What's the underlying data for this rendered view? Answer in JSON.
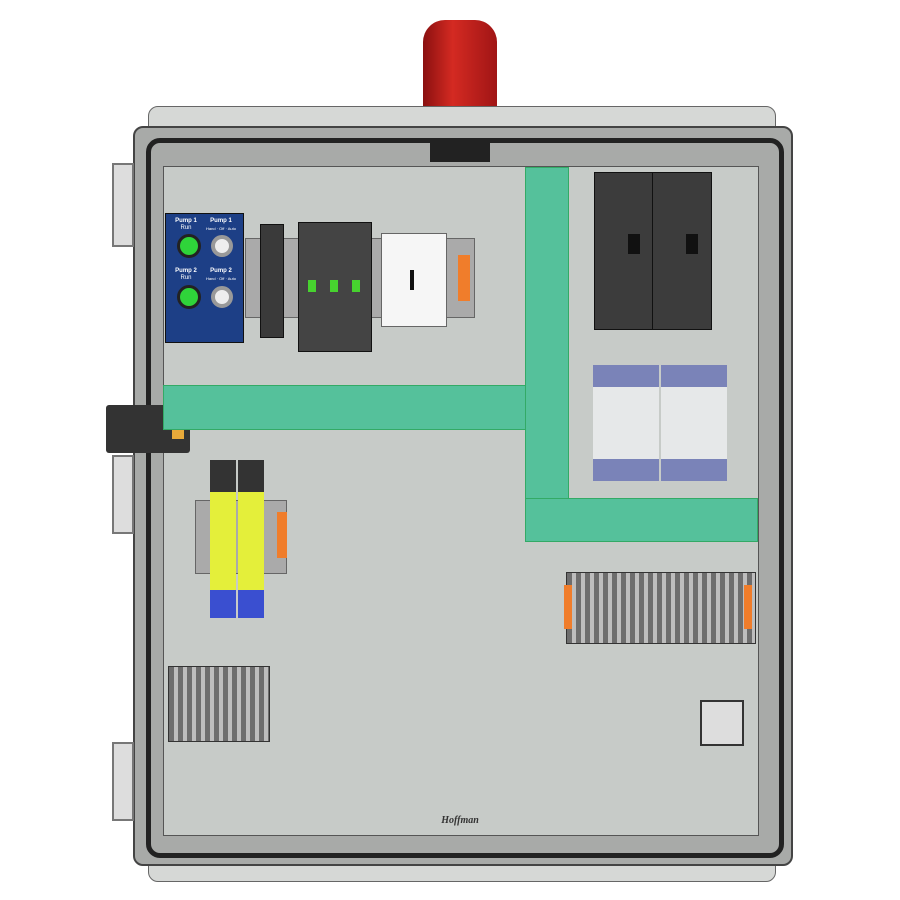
{
  "panel": {
    "operator_plate": {
      "pump1_light": {
        "title": "Pump 1",
        "subtitle": "Run"
      },
      "pump1_switch": {
        "title": "Pump 1",
        "subtitle": "Hand · Off · Auto"
      },
      "pump2_light": {
        "title": "Pump 2",
        "subtitle": "Run"
      },
      "pump2_switch": {
        "title": "Pump 2",
        "subtitle": "Hand · Off · Auto"
      },
      "color": "#1d3f86",
      "light_color": "#2fd43a"
    },
    "brand_logo": "Hoffman",
    "colors": {
      "enclosure": "#a8aaa8",
      "backplate": "#c7cbc8",
      "wireway": "#55c19b",
      "beacon": "#c81e1e",
      "relay": "#e4ef3a",
      "contactor_accent": "#7a83b8"
    }
  }
}
